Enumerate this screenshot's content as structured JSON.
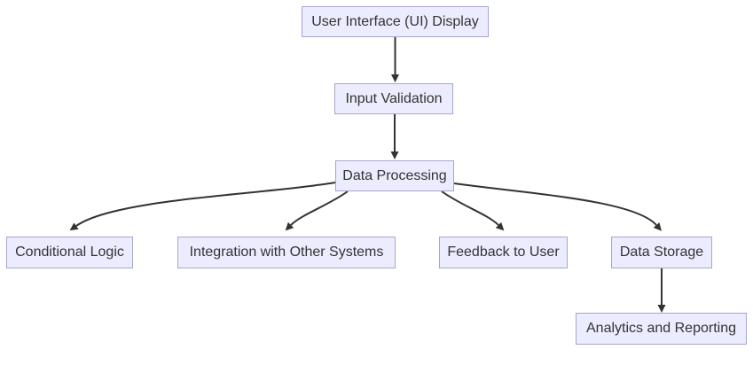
{
  "diagram": {
    "type": "flowchart",
    "direction": "top-down",
    "colors": {
      "background": "#ffffff",
      "node_fill": "#ececff",
      "node_border": "#a8a5cc",
      "edge_color": "#333333",
      "text_color": "#333333"
    },
    "nodes": [
      {
        "id": "ui",
        "label": "User Interface (UI) Display"
      },
      {
        "id": "validation",
        "label": "Input Validation"
      },
      {
        "id": "processing",
        "label": "Data Processing"
      },
      {
        "id": "conditional",
        "label": "Conditional Logic"
      },
      {
        "id": "integration",
        "label": "Integration with Other Systems"
      },
      {
        "id": "feedback",
        "label": "Feedback to User"
      },
      {
        "id": "storage",
        "label": "Data Storage"
      },
      {
        "id": "analytics",
        "label": "Analytics and Reporting"
      }
    ],
    "edges": [
      {
        "from": "ui",
        "to": "validation"
      },
      {
        "from": "validation",
        "to": "processing"
      },
      {
        "from": "processing",
        "to": "conditional"
      },
      {
        "from": "processing",
        "to": "integration"
      },
      {
        "from": "processing",
        "to": "feedback"
      },
      {
        "from": "processing",
        "to": "storage"
      },
      {
        "from": "storage",
        "to": "analytics"
      }
    ]
  }
}
